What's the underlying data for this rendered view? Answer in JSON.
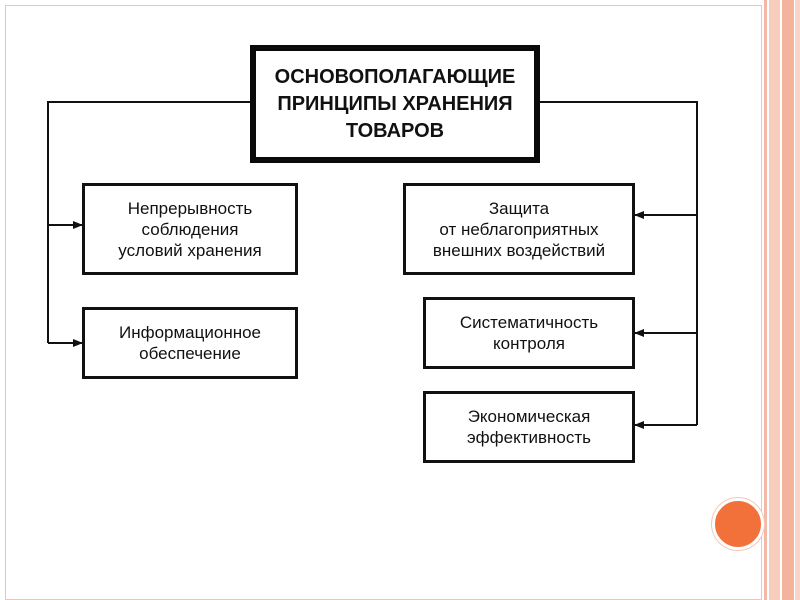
{
  "diagram": {
    "main_title": "ОСНОВОПОЛАГАЮЩИЕ\nПРИНЦИПЫ ХРАНЕНИЯ\nТОВАРОВ",
    "left_boxes": [
      "Непрерывность\nсоблюдения\nусловий хранения",
      "Информационное\nобеспечение"
    ],
    "right_boxes": [
      "Защита\nот неблагоприятных\nвнешних воздействий",
      "Систематичность\nконтроля",
      "Экономическая\nэффективность"
    ]
  },
  "colors": {
    "accent_circle": "#f2703a",
    "stripe": "#f4b39c",
    "line": "#111111"
  }
}
